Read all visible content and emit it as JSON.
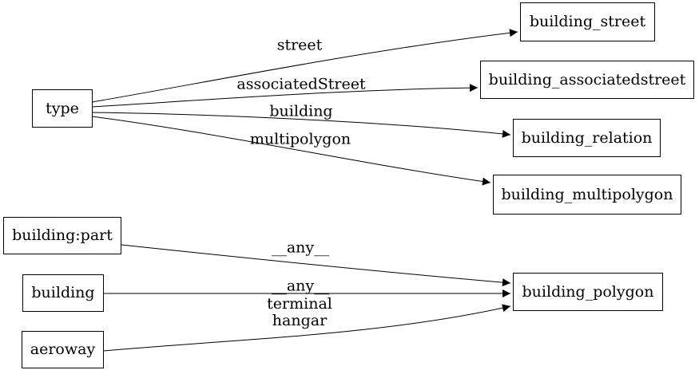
{
  "diagram": {
    "kind": "directed-graph",
    "colors": {
      "background": "#ffffff",
      "node_border": "#000000",
      "edge": "#000000",
      "text": "#000000"
    },
    "nodes": [
      {
        "id": "type",
        "label": "type"
      },
      {
        "id": "building_street",
        "label": "building_street"
      },
      {
        "id": "building_associatedstreet",
        "label": "building_associatedstreet"
      },
      {
        "id": "building_relation",
        "label": "building_relation"
      },
      {
        "id": "building_multipolygon",
        "label": "building_multipolygon"
      },
      {
        "id": "building:part",
        "label": "building:part"
      },
      {
        "id": "building",
        "label": "building"
      },
      {
        "id": "aeroway",
        "label": "aeroway"
      },
      {
        "id": "building_polygon",
        "label": "building_polygon"
      }
    ],
    "edges": [
      {
        "from": "type",
        "to": "building_street",
        "label": "street"
      },
      {
        "from": "type",
        "to": "building_associatedstreet",
        "label": "associatedStreet"
      },
      {
        "from": "type",
        "to": "building_relation",
        "label": "building"
      },
      {
        "from": "type",
        "to": "building_multipolygon",
        "label": "multipolygon"
      },
      {
        "from": "building:part",
        "to": "building_polygon",
        "label": "__any__"
      },
      {
        "from": "building",
        "to": "building_polygon",
        "label": "__any__"
      },
      {
        "from": "aeroway",
        "to": "building_polygon",
        "label": "terminal hangar",
        "label_lines": [
          "terminal",
          "hangar"
        ]
      }
    ]
  }
}
